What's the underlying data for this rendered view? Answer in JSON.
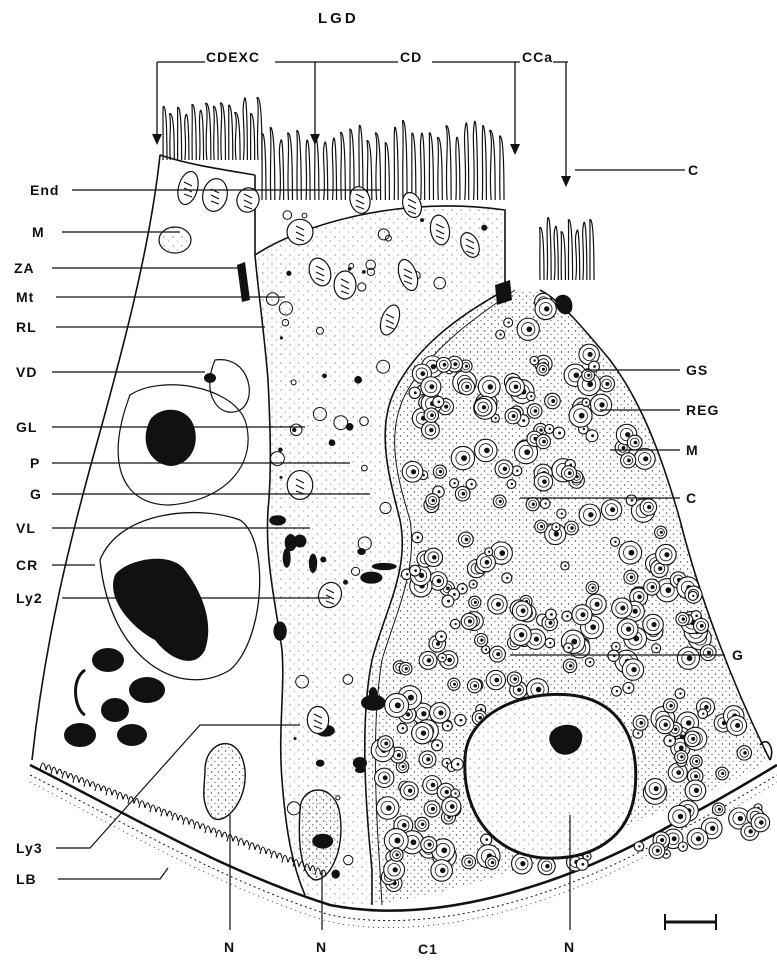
{
  "title": "LGD",
  "top_labels": {
    "cdexc": "CDEXC",
    "cd": "CD",
    "cca": "CCa"
  },
  "left_labels": {
    "end": "End",
    "m": "M",
    "za": "ZA",
    "mt": "Mt",
    "rl": "RL",
    "vd": "VD",
    "gl": "GL",
    "p": "P",
    "g": "G",
    "vl": "VL",
    "cr": "CR",
    "ly2": "Ly2",
    "ly3": "Ly3",
    "lb": "LB"
  },
  "right_labels": {
    "c_top": "C",
    "gs": "GS",
    "reg": "REG",
    "m": "M",
    "c_mid": "C",
    "g": "G"
  },
  "bottom_labels": {
    "n1": "N",
    "n2": "N",
    "c1": "C1",
    "n3": "N"
  },
  "colors": {
    "ink": "#111111",
    "paper": "#ffffff",
    "stipple": "#444444"
  }
}
